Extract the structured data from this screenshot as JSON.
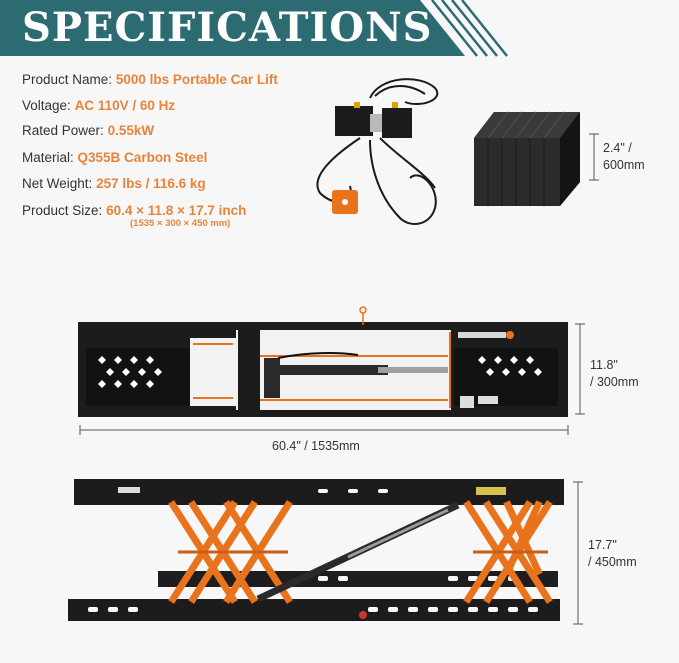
{
  "header": {
    "title": "SPECIFICATIONS"
  },
  "specs": [
    {
      "label": "Product Name:",
      "value": "5000 lbs Portable Car Lift"
    },
    {
      "label": "Voltage:",
      "value": "AC 110V / 60 Hz"
    },
    {
      "label": "Rated Power:",
      "value": "0.55kW"
    },
    {
      "label": "Material:",
      "value": "Q355B Carbon Steel"
    },
    {
      "label": "Net Weight:",
      "value": "257 lbs / 116.6 kg"
    },
    {
      "label": "Product Size:",
      "value": "60.4 × 11.8 × 17.7 inch"
    }
  ],
  "size_metric": "(1535 × 300 × 450 mm)",
  "dimensions": {
    "pad_height_l1": "2.4\" /",
    "pad_height_l2": "600mm",
    "width_l1": "11.8\"",
    "width_l2": "/ 300mm",
    "length": "60.4\" / 1535mm",
    "height_l1": "17.7\"",
    "height_l2": "/ 450mm"
  },
  "colors": {
    "banner": "#2d6b73",
    "accent": "#e8843a",
    "steel": "#1c1c1c",
    "frame_orange": "#e86f1c"
  }
}
